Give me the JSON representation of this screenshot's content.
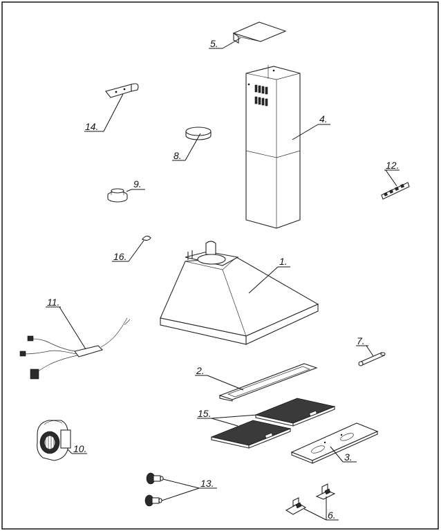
{
  "labels": {
    "p1": "1.",
    "p2": "2.",
    "p3": "3.",
    "p4": "4.",
    "p5": "5.",
    "p6": "6.",
    "p7": "7.",
    "p8": "8.",
    "p9": "9.",
    "p10": "10.",
    "p11": "11.",
    "p12": "12.",
    "p13": "13.",
    "p14": "14.",
    "p15": "15.",
    "p16": "16."
  },
  "colors": {
    "line": "#111111",
    "background": "#ffffff"
  }
}
